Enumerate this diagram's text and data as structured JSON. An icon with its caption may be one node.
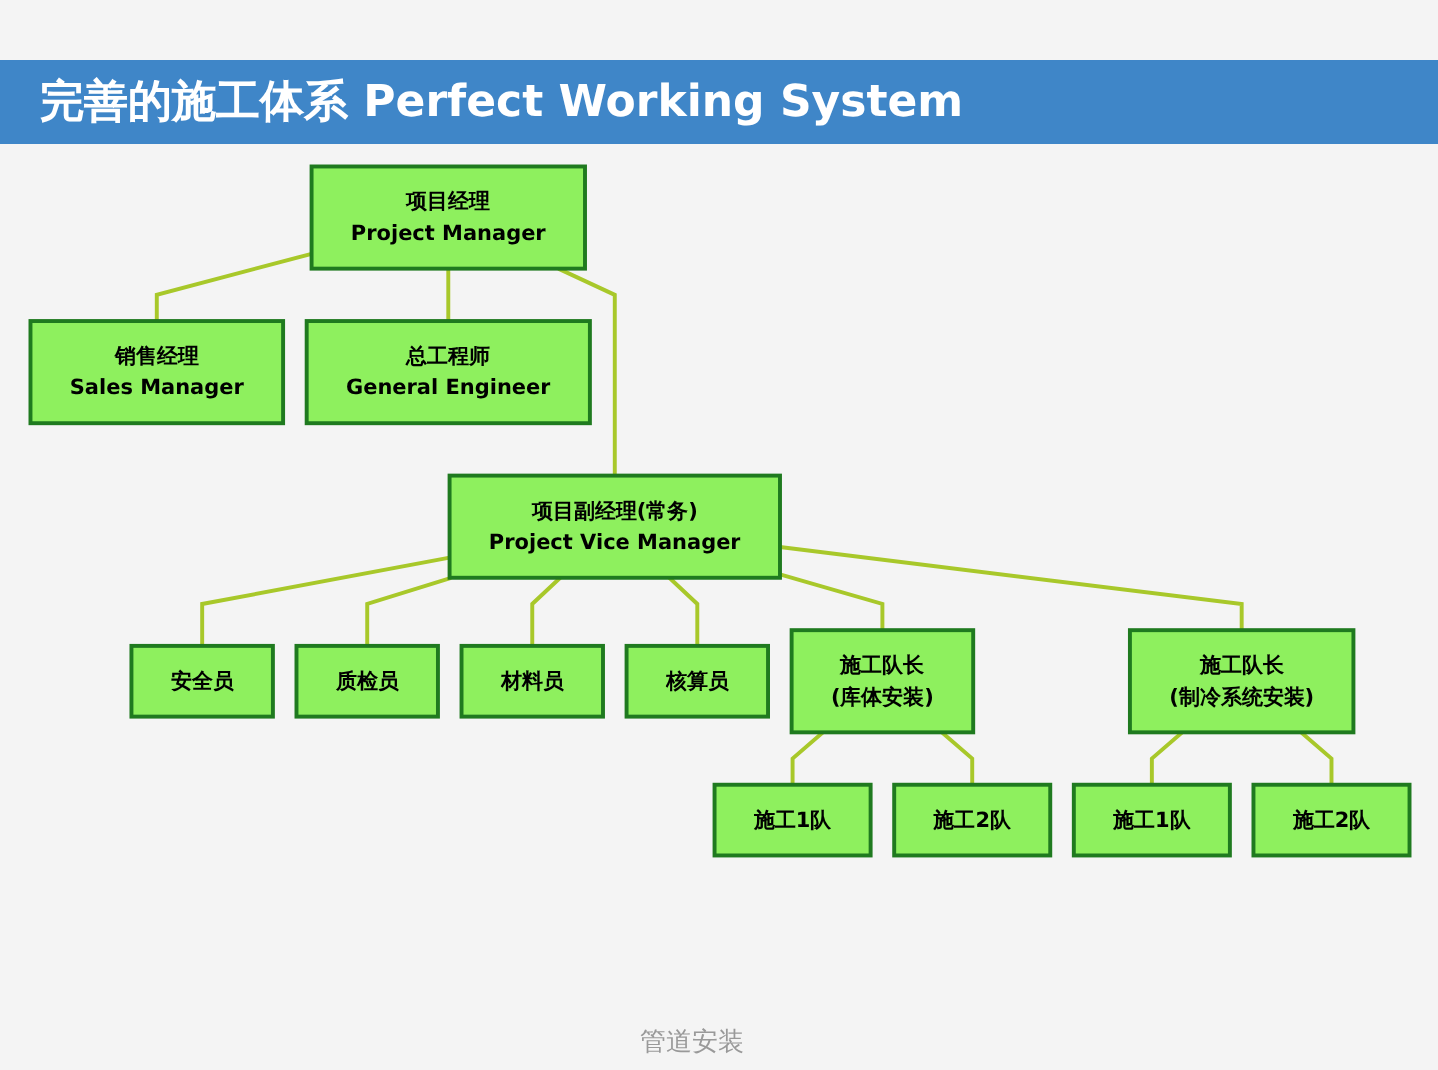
{
  "diagram": {
    "title": "完善的施工体系 Perfect Working System",
    "nodes": [
      {
        "text": [
          "销售经理",
          "Sales Manager"
        ]
      },
      {
        "text": [
          "项目经理",
          "Project Manager"
        ]
      },
      {
        "text": [
          "总工程师",
          "General Engineer"
        ]
      },
      {
        "text": [
          "项目副经理(常务)",
          "Project Vice Manager"
        ]
      },
      {
        "text": [
          "安全员"
        ]
      },
      {
        "text": [
          "质检员"
        ]
      },
      {
        "text": [
          "材料员"
        ]
      },
      {
        "text": [
          "核算员"
        ]
      },
      {
        "text": [
          "施工队长",
          "(库体安装)"
        ]
      },
      {
        "text": [
          "施工队长",
          "(制冷系统安装)"
        ]
      },
      {
        "text": [
          "施工1队"
        ]
      },
      {
        "text": [
          "施工2队"
        ]
      },
      {
        "text": [
          "施工1队"
        ]
      },
      {
        "text": [
          "施工2队"
        ]
      }
    ],
    "edges": [
      {
        "from": 1,
        "to": 0,
        "arrow": "none"
      },
      {
        "from": 1,
        "to": 3,
        "arrow": "none"
      },
      {
        "from": 1,
        "to": 2,
        "arrow": "none"
      },
      {
        "from": 3,
        "to": 4,
        "arrow": "none"
      },
      {
        "from": 3,
        "to": 5,
        "arrow": "none"
      },
      {
        "from": 3,
        "to": 6,
        "arrow": "none"
      },
      {
        "from": 3,
        "to": 7,
        "arrow": "none"
      },
      {
        "from": 3,
        "to": 8,
        "arrow": "none"
      },
      {
        "from": 3,
        "to": 9,
        "arrow": "none"
      },
      {
        "from": 8,
        "to": 10,
        "arrow": "none"
      },
      {
        "from": 8,
        "to": 11,
        "arrow": "none"
      },
      {
        "from": 9,
        "to": 12,
        "arrow": "none"
      },
      {
        "from": 9,
        "to": 13,
        "arrow": "none"
      }
    ],
    "labels": [
      "管道安装"
    ]
  }
}
